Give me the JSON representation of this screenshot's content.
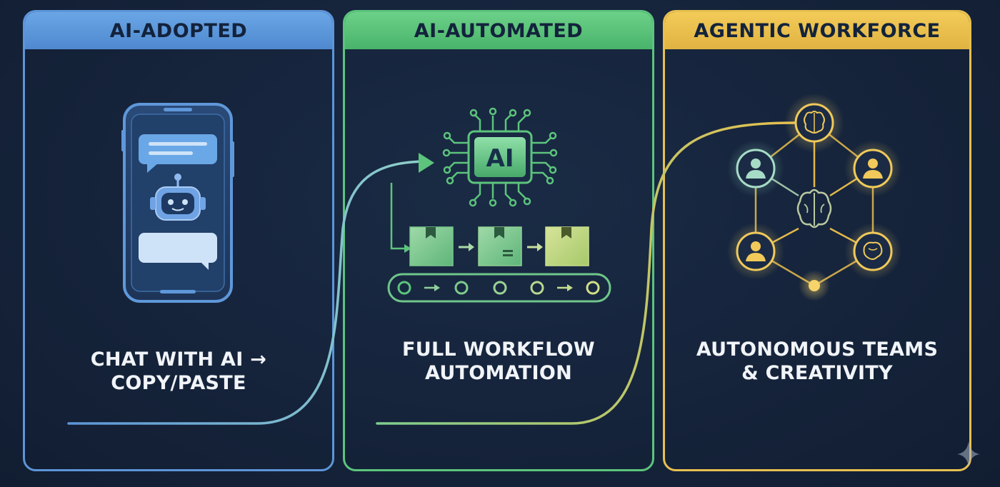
{
  "stages": [
    {
      "title": "AI-ADOPTED",
      "caption_lines": [
        "CHAT WITH AI → COPY/PASTE"
      ],
      "icons": [
        "smartphone-icon",
        "chat-bubble-icon",
        "robot-icon",
        "chat-bubble-icon"
      ],
      "color": "#5d95d8"
    },
    {
      "title": "AI-AUTOMATED",
      "caption_lines": [
        "FULL WORKFLOW",
        "AUTOMATION"
      ],
      "chip_label": "AI",
      "icons": [
        "ai-chip-icon",
        "package-box-icon",
        "conveyor-belt-icon"
      ],
      "color": "#5cc47c"
    },
    {
      "title": "AGENTIC WORKFORCE",
      "caption_lines": [
        "AUTONOMOUS TEAMS",
        "& CREATIVITY"
      ],
      "icons": [
        "brain-icon",
        "person-icon",
        "network-hexagon-icon"
      ],
      "color": "#e7c04f"
    }
  ]
}
